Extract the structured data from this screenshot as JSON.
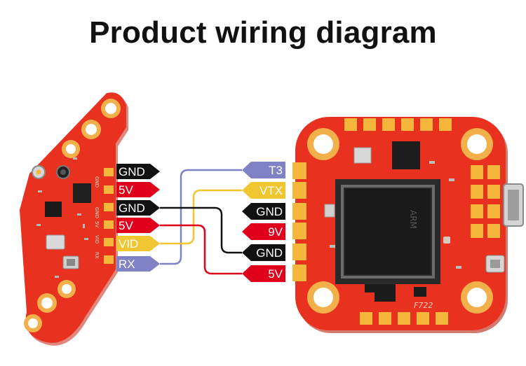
{
  "title": "Product wiring diagram",
  "colors": {
    "black": "#111111",
    "red": "#e0001b",
    "yellow": "#f2c630",
    "lavender": "#7f82c4",
    "pcb_red": "#e8321f",
    "pad_gold": "#f4b73c"
  },
  "left_board": {
    "pins": [
      {
        "label": "GND",
        "color": "black"
      },
      {
        "label": "5V",
        "color": "red"
      },
      {
        "label": "GND",
        "color": "black"
      },
      {
        "label": "5V",
        "color": "red"
      },
      {
        "label": "VID",
        "color": "yellow"
      },
      {
        "label": "RX",
        "color": "lavender"
      }
    ]
  },
  "right_board": {
    "pins": [
      {
        "label": "T3",
        "color": "lavender"
      },
      {
        "label": "VTX",
        "color": "yellow"
      },
      {
        "label": "GND",
        "color": "black"
      },
      {
        "label": "9V",
        "color": "red"
      },
      {
        "label": "GND",
        "color": "black"
      },
      {
        "label": "5V",
        "color": "red"
      }
    ],
    "chip_marking": "ARM",
    "board_marking": "F722"
  },
  "connections": [
    {
      "from": "left_board.pins.2",
      "to": "right_board.pins.4",
      "color": "black"
    },
    {
      "from": "left_board.pins.3",
      "to": "right_board.pins.5",
      "color": "red"
    },
    {
      "from": "left_board.pins.4",
      "to": "right_board.pins.1",
      "color": "yellow"
    },
    {
      "from": "left_board.pins.5",
      "to": "right_board.pins.0",
      "color": "lavender"
    }
  ]
}
